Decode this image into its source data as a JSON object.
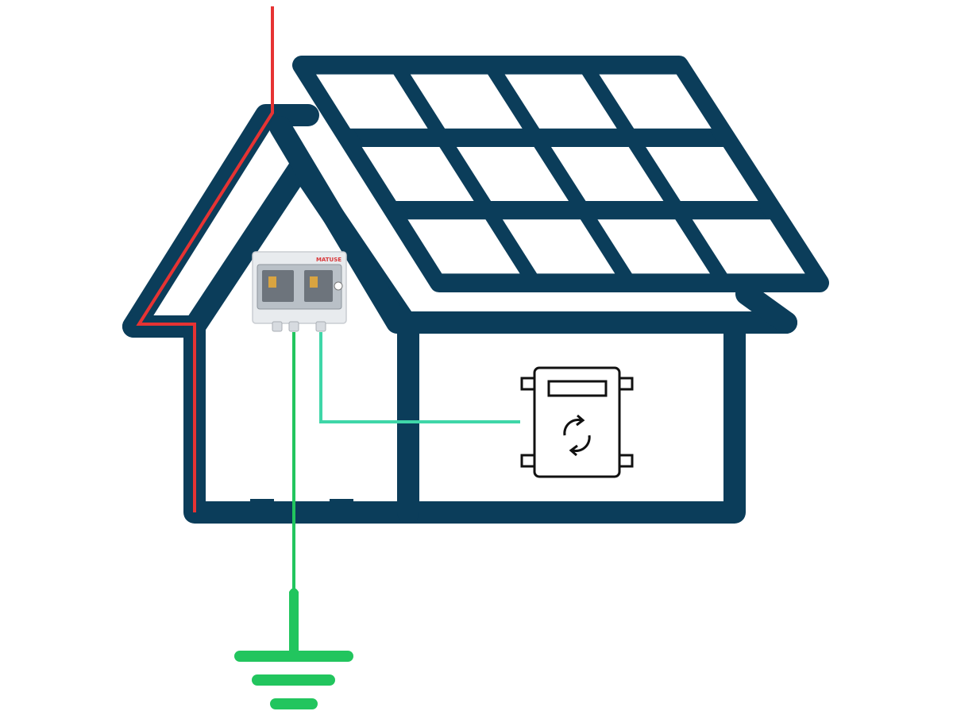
{
  "diagram": {
    "subject": "house-with-rooftop-solar-grounding",
    "colors": {
      "house": "#0b3d5a",
      "lightning_conductor": "#e63333",
      "earth_wire": "#22c55e",
      "signal_wire": "#3fd6a8",
      "combiner_box_body": "#e8ebee",
      "inverter_outline": "#111111",
      "background": "#ffffff"
    },
    "solar_panel": {
      "rows": 3,
      "cols": 4
    },
    "combiner_box": {
      "brand_label": "MATUSE",
      "brand_color": "#d9383a"
    },
    "inverter": {
      "icon": "refresh-arrows-icon"
    },
    "ground": {
      "icon": "earth-ground-icon",
      "bars": 3
    }
  }
}
